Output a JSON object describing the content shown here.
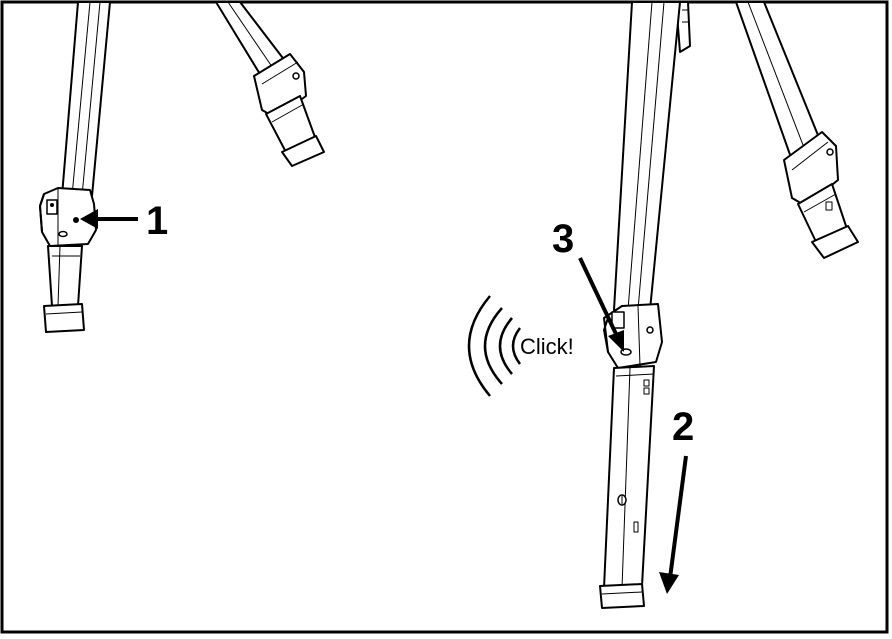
{
  "labels": {
    "step1": "1",
    "step2": "2",
    "step3": "3",
    "sound": "Click!"
  },
  "colors": {
    "line": "#000000",
    "fill": "#ffffff",
    "shade": "#e6e6e6"
  }
}
